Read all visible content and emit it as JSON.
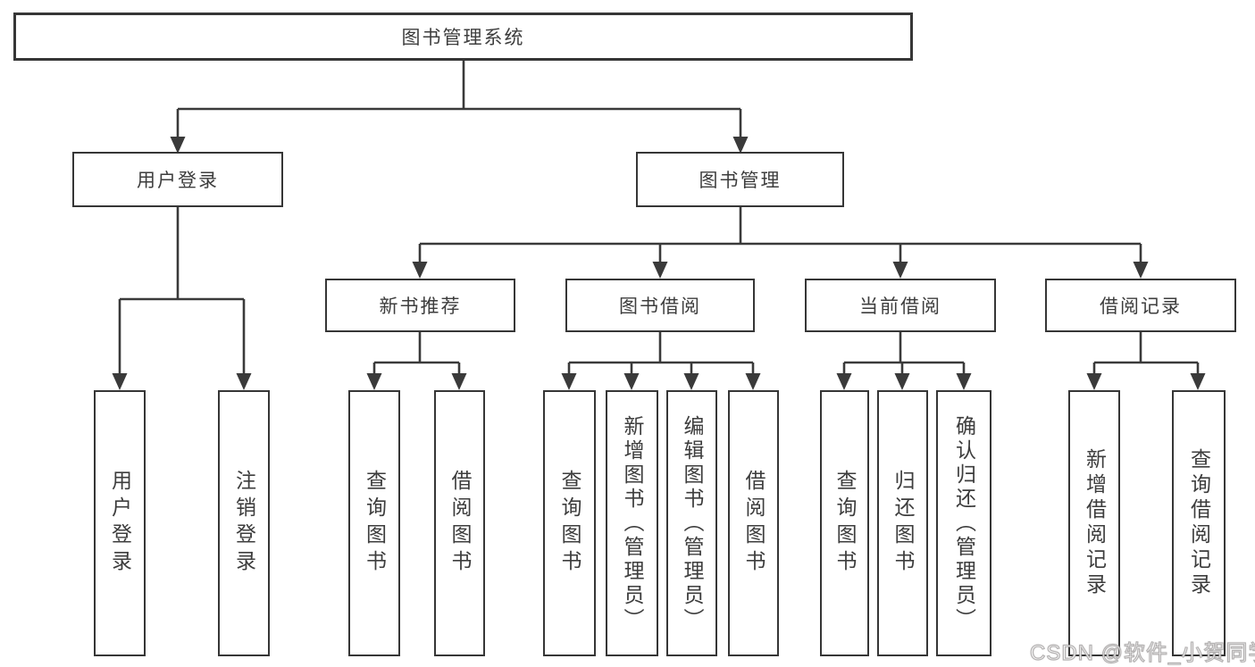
{
  "tree": {
    "root": "图书管理系统",
    "branches": [
      {
        "label": "用户登录",
        "children": [
          "用户登录",
          "注销登录"
        ]
      },
      {
        "label": "图书管理",
        "sections": [
          {
            "label": "新书推荐",
            "children": [
              "查询图书",
              "借阅图书"
            ]
          },
          {
            "label": "图书借阅",
            "children": [
              "查询图书",
              "新增图书（管理员）",
              "编辑图书（管理员）",
              "借阅图书"
            ]
          },
          {
            "label": "当前借阅",
            "children": [
              "查询图书",
              "归还图书",
              "确认归还（管理员）"
            ]
          },
          {
            "label": "借阅记录",
            "children": [
              "新增借阅记录",
              "查询借阅记录"
            ]
          }
        ]
      }
    ]
  },
  "watermark": "CSDN @软件_小贺同学",
  "colors": {
    "line": "#3a3a3a",
    "text": "#3d3d3d",
    "background": "#ffffff",
    "watermark": "#c6c2c2"
  }
}
